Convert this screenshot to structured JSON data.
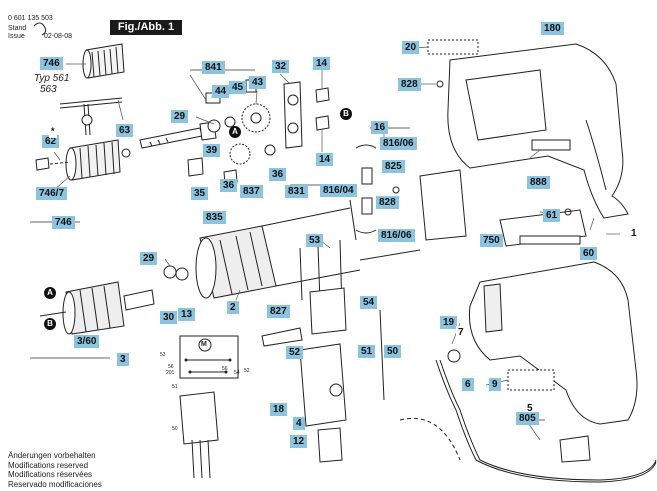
{
  "header": {
    "part_number": "0 601 135 503",
    "stand_label": "Stand",
    "issue_label": "Issue",
    "date": "02-08-08",
    "figure_label": "Fig./Abb. 1",
    "type_label": "Typ 561",
    "type_alt": "563"
  },
  "notes": [
    "Änderungen vorbehalten",
    "Modifications reserved",
    "Modifications réservées",
    "Reservado modificaciones"
  ],
  "callouts": {
    "p746_top": "746",
    "p63": "63",
    "p62": "62",
    "p746_7": "746/7",
    "p746_bot": "746",
    "p841": "841",
    "p45": "45",
    "p44": "44",
    "p43": "43",
    "p32": "32",
    "p14a": "14",
    "p14b": "14",
    "p29a": "29",
    "p39": "39",
    "p35": "35",
    "p36a": "36",
    "p837": "837",
    "p36b": "36",
    "p831": "831",
    "p835": "835",
    "p16": "16",
    "p816_06a": "816/06",
    "p825": "825",
    "p816_04": "816/04",
    "p828a": "828",
    "p816_06b": "816/06",
    "p20": "20",
    "p180": "180",
    "p828b": "828",
    "p888": "888",
    "p53": "53",
    "p29b": "29",
    "p13": "13",
    "p30": "30",
    "p2": "2",
    "p3_60": "3/60",
    "p3": "3",
    "p827": "827",
    "p52": "52",
    "p54": "54",
    "p51": "51",
    "p50": "50",
    "p18": "18",
    "p4": "4",
    "p12": "12",
    "p61": "61",
    "p750": "750",
    "p60": "60",
    "p1": "1",
    "p19": "19",
    "p7": "7",
    "p6": "6",
    "p9": "9",
    "p5": "5",
    "p805": "805"
  },
  "markers": {
    "a_top": "A",
    "b_top": "B",
    "a_bot": "A",
    "b_bot": "B"
  },
  "wiring_labels": {
    "w53": "53",
    "w56": "56",
    "w201": "201",
    "w51": "51",
    "w56b": "56",
    "w54": "54",
    "w52": "52",
    "w50": "50",
    "m": "M"
  }
}
